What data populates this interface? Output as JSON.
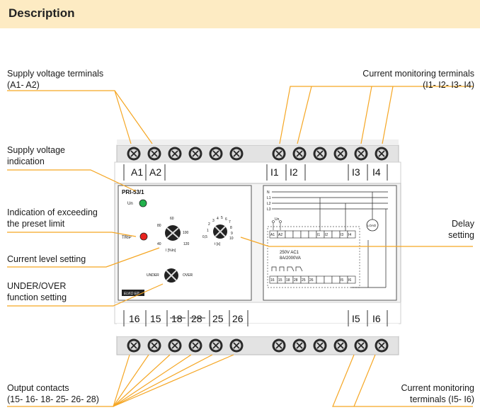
{
  "header": {
    "title": "Description"
  },
  "callouts": {
    "supply_terminals": "Supply voltage terminals\n(A1- A2)",
    "supply_indication": "Supply voltage\nindication",
    "exceeding_limit": "Indication of exceeding\nthe preset limit",
    "current_level": "Current level setting",
    "under_over": "UNDER/OVER\nfunction setting",
    "output_contacts": "Output contacts\n(15- 16- 18- 25- 26- 28)",
    "current_monitoring_top": "Current monitoring terminals\n(I1- I2- I3- I4)",
    "delay": "Delay\nsetting",
    "current_monitoring_bottom": "Current monitoring\nterminals (I5- I6)"
  },
  "device": {
    "top_terminals_left": [
      "A1",
      "A2"
    ],
    "top_terminals_right": [
      "I1",
      "I2",
      "I3",
      "I4"
    ],
    "bottom_terminals_left": [
      "16",
      "15",
      "18",
      "28",
      "25",
      "26"
    ],
    "bottom_terminals_right": [
      "I5",
      "I6"
    ],
    "panel": {
      "model": "PRI-53/1",
      "un_label": "Un",
      "trip_label": "TRIP",
      "current_scale": [
        "60",
        "80",
        "100",
        "40",
        "120"
      ],
      "current_unit": "I [%In]",
      "delay_scale": [
        "3",
        "4",
        "5",
        "6",
        "7",
        "2",
        "8",
        "1",
        "9",
        "0,5",
        "10"
      ],
      "delay_unit": "t [s]",
      "under_label": "UNDER",
      "over_label": "OVER",
      "brand": "ELKO EP"
    },
    "schematic": {
      "lines": [
        "N",
        "L1",
        "L2",
        "L3"
      ],
      "un_label": "Un",
      "load_label": "LOAD",
      "top_row": [
        "A1",
        "A2",
        "",
        "",
        "",
        "",
        "I1",
        "I2",
        "",
        "I3",
        "I4"
      ],
      "rating_1": "250V AC1",
      "rating_2": "8A/2000VA",
      "bottom_row": [
        "16",
        "15",
        "18",
        "28",
        "25",
        "26",
        "",
        "",
        "",
        "I5",
        "I6"
      ]
    }
  },
  "colors": {
    "header_bg": "#fdebc3",
    "leader": "#f5a623",
    "led_green": "#22b14c",
    "led_red": "#e8231e",
    "body_gray": "#e6e6e6"
  }
}
